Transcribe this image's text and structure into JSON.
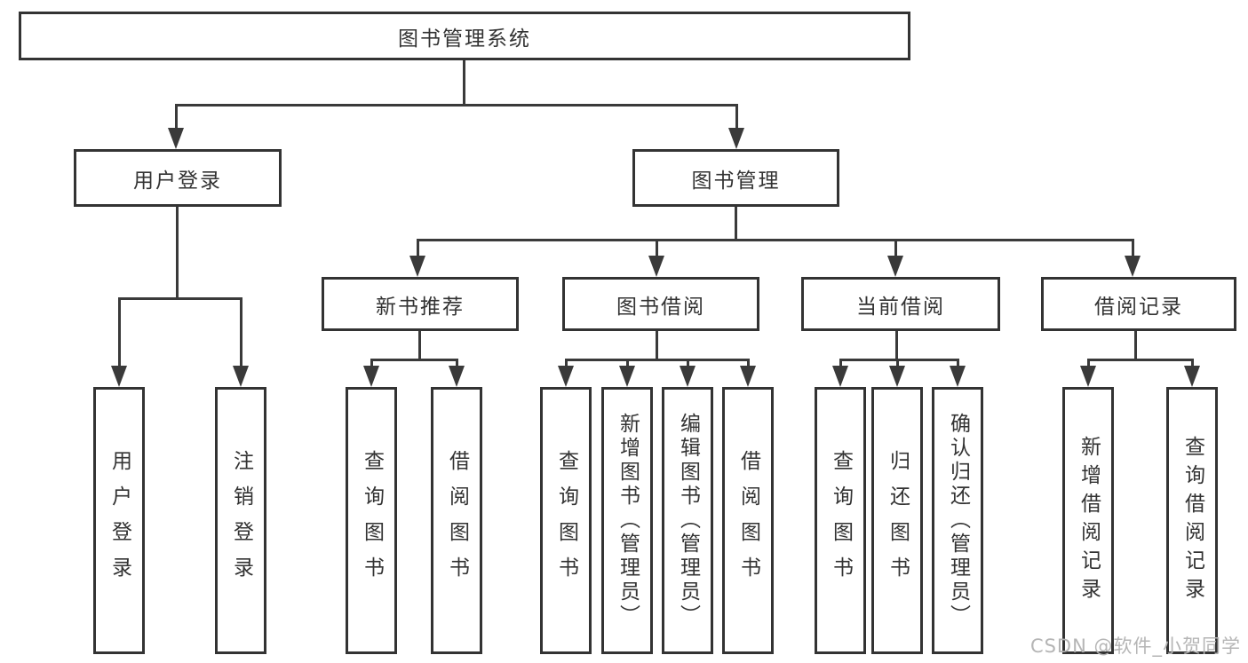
{
  "diagram": {
    "type": "hierarchy-tree",
    "root": "图书管理系统",
    "level1": [
      {
        "label": "用户登录",
        "children": [
          {
            "label": "用户登录"
          },
          {
            "label": "注销登录"
          }
        ]
      },
      {
        "label": "图书管理",
        "children": [
          {
            "label": "新书推荐",
            "children": [
              {
                "label": "查询图书"
              },
              {
                "label": "借阅图书"
              }
            ]
          },
          {
            "label": "图书借阅",
            "children": [
              {
                "label": "查询图书"
              },
              {
                "label": "新增图书（管理员）"
              },
              {
                "label": "编辑图书（管理员）"
              },
              {
                "label": "借阅图书"
              }
            ]
          },
          {
            "label": "当前借阅",
            "children": [
              {
                "label": "查询图书"
              },
              {
                "label": "归还图书"
              },
              {
                "label": "确认归还（管理员）"
              }
            ]
          },
          {
            "label": "借阅记录",
            "children": [
              {
                "label": "新增借阅记录"
              },
              {
                "label": "查询借阅记录"
              }
            ]
          }
        ]
      }
    ]
  },
  "watermark": "CSDN @软件_小贺同学",
  "colors": {
    "line": "#3a3a3a",
    "box_border": "#333333",
    "text": "#333333",
    "watermark": "#b5b5b5",
    "background": "#ffffff"
  }
}
